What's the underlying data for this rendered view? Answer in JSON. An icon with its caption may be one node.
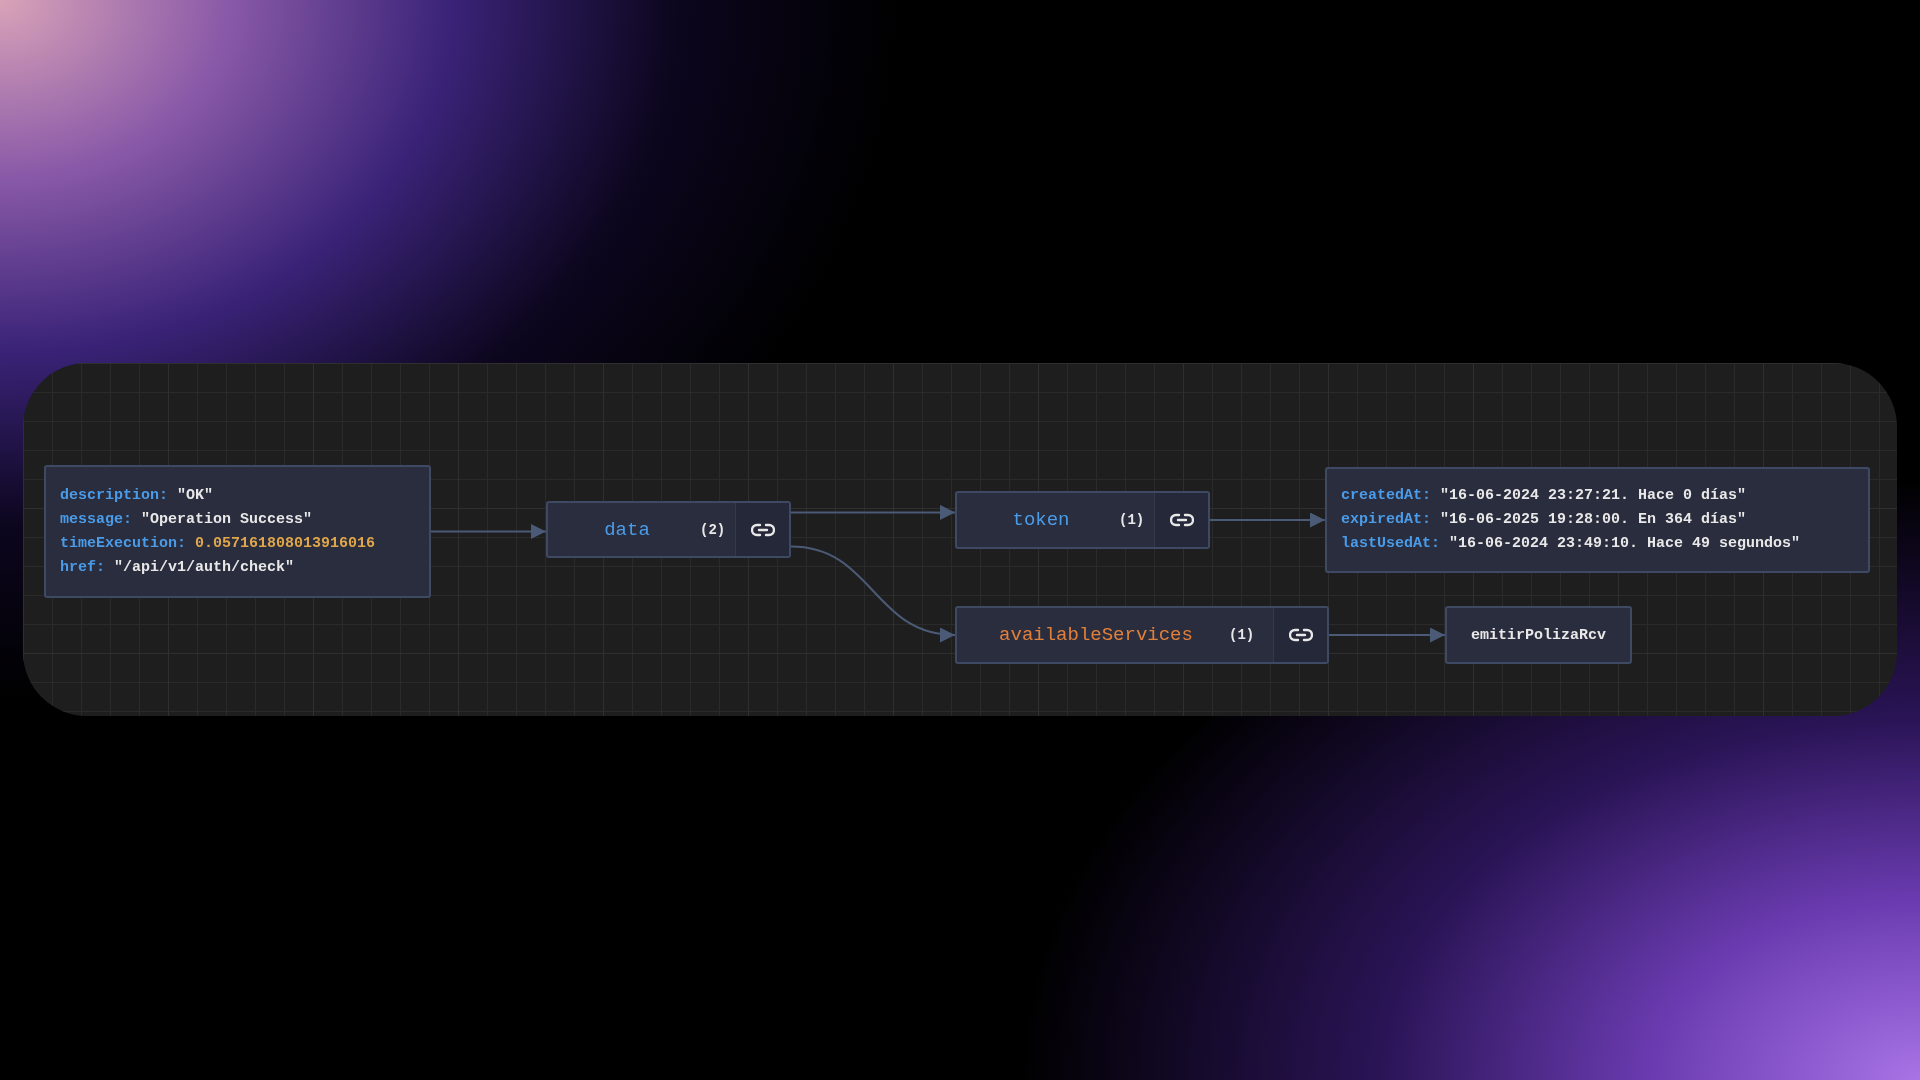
{
  "diagram": {
    "nodes": [
      {
        "text": [
          "description: \"OK\"",
          "message: \"Operation Success\"",
          "timeExecution: 0.057161808013916016",
          "href: \"/api/v1/auth/check\""
        ]
      },
      {
        "text": [
          "data",
          "(2)"
        ]
      },
      {
        "text": [
          "token",
          "(1)"
        ]
      },
      {
        "text": [
          "createdAt: \"16-06-2024 23:27:21. Hace 0 días\"",
          "expiredAt: \"16-06-2025 19:28:00. En 364 días\"",
          "lastUsedAt: \"16-06-2024 23:49:10. Hace 49 segundos\""
        ]
      },
      {
        "text": [
          "availableServices",
          "(1)"
        ]
      },
      {
        "text": [
          "emitirPolizaRcv"
        ]
      }
    ],
    "edges": [
      {
        "from": 0,
        "to": 1,
        "arrow": "to"
      },
      {
        "from": 1,
        "to": 2,
        "arrow": "to"
      },
      {
        "from": 1,
        "to": 4,
        "arrow": "to"
      },
      {
        "from": 2,
        "to": 3,
        "arrow": "to"
      },
      {
        "from": 4,
        "to": 5,
        "arrow": "to"
      }
    ]
  }
}
